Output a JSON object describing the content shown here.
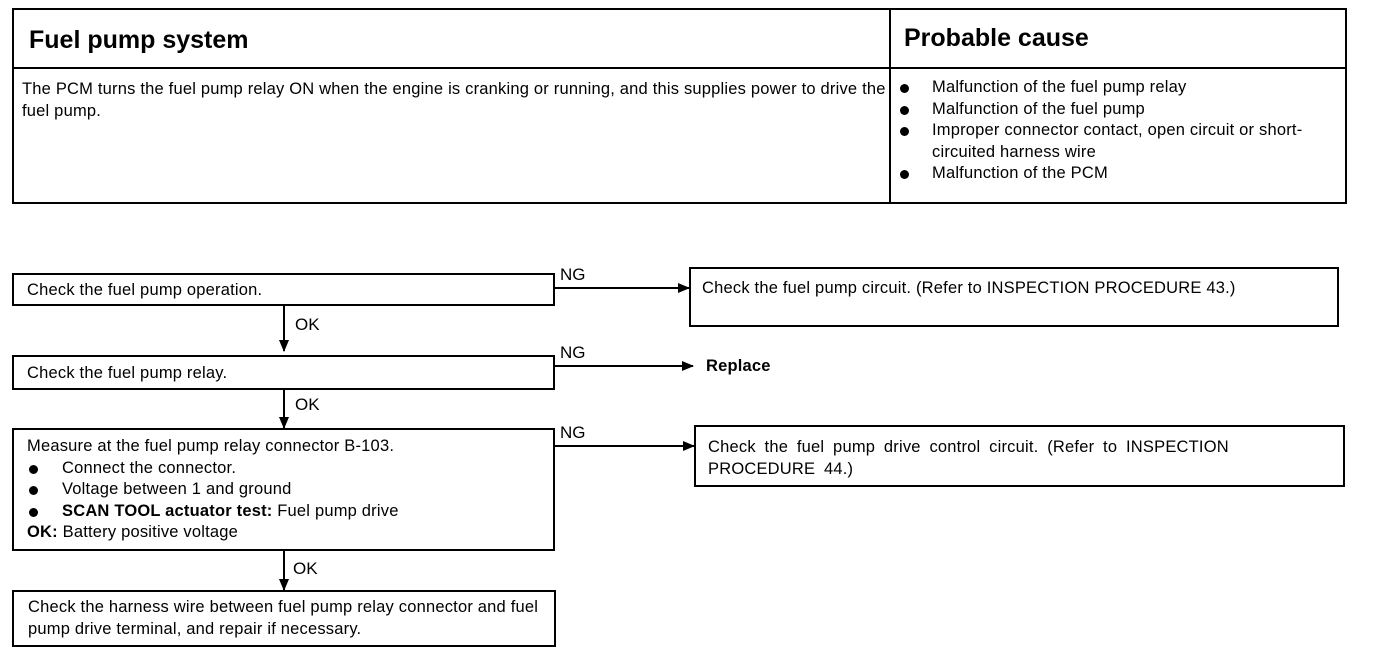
{
  "table": {
    "system_header": "Fuel pump system",
    "cause_header": "Probable cause",
    "description": "The PCM turns the fuel pump relay ON when the engine is cranking or running, and this supplies power to drive the fuel pump.",
    "causes": [
      "Malfunction of the fuel pump relay",
      "Malfunction of the fuel pump",
      "Improper connector contact, open circuit or short-circuited harness wire",
      "Malfunction of the PCM"
    ]
  },
  "flow": {
    "step1": "Check the fuel pump operation.",
    "step1_ng_label": "NG",
    "step1_ng_action": "Check the fuel pump circuit. (Refer to INSPECTION PROCEDURE 43.)",
    "step1_ok_label": "OK",
    "step2": "Check the fuel pump relay.",
    "step2_ng_label": "NG",
    "step2_ng_action": "Replace",
    "step2_ok_label": "OK",
    "step3": {
      "title": "Measure at the fuel pump relay connector B-103.",
      "bullets": [
        {
          "bold": "",
          "text": "Connect the connector."
        },
        {
          "bold": "",
          "text": "Voltage between 1 and ground"
        },
        {
          "bold": "SCAN TOOL actuator test:",
          "text": " Fuel pump drive"
        }
      ],
      "ok_prefix": "OK:",
      "ok_text": " Battery positive voltage"
    },
    "step3_ng_label": "NG",
    "step3_ng_action": "Check the fuel pump drive control circuit. (Refer to INSPECTION PROCEDURE 44.)",
    "step3_ok_label": "OK",
    "step4": "Check the harness wire between fuel pump relay connector and fuel pump drive terminal, and repair if necessary."
  }
}
